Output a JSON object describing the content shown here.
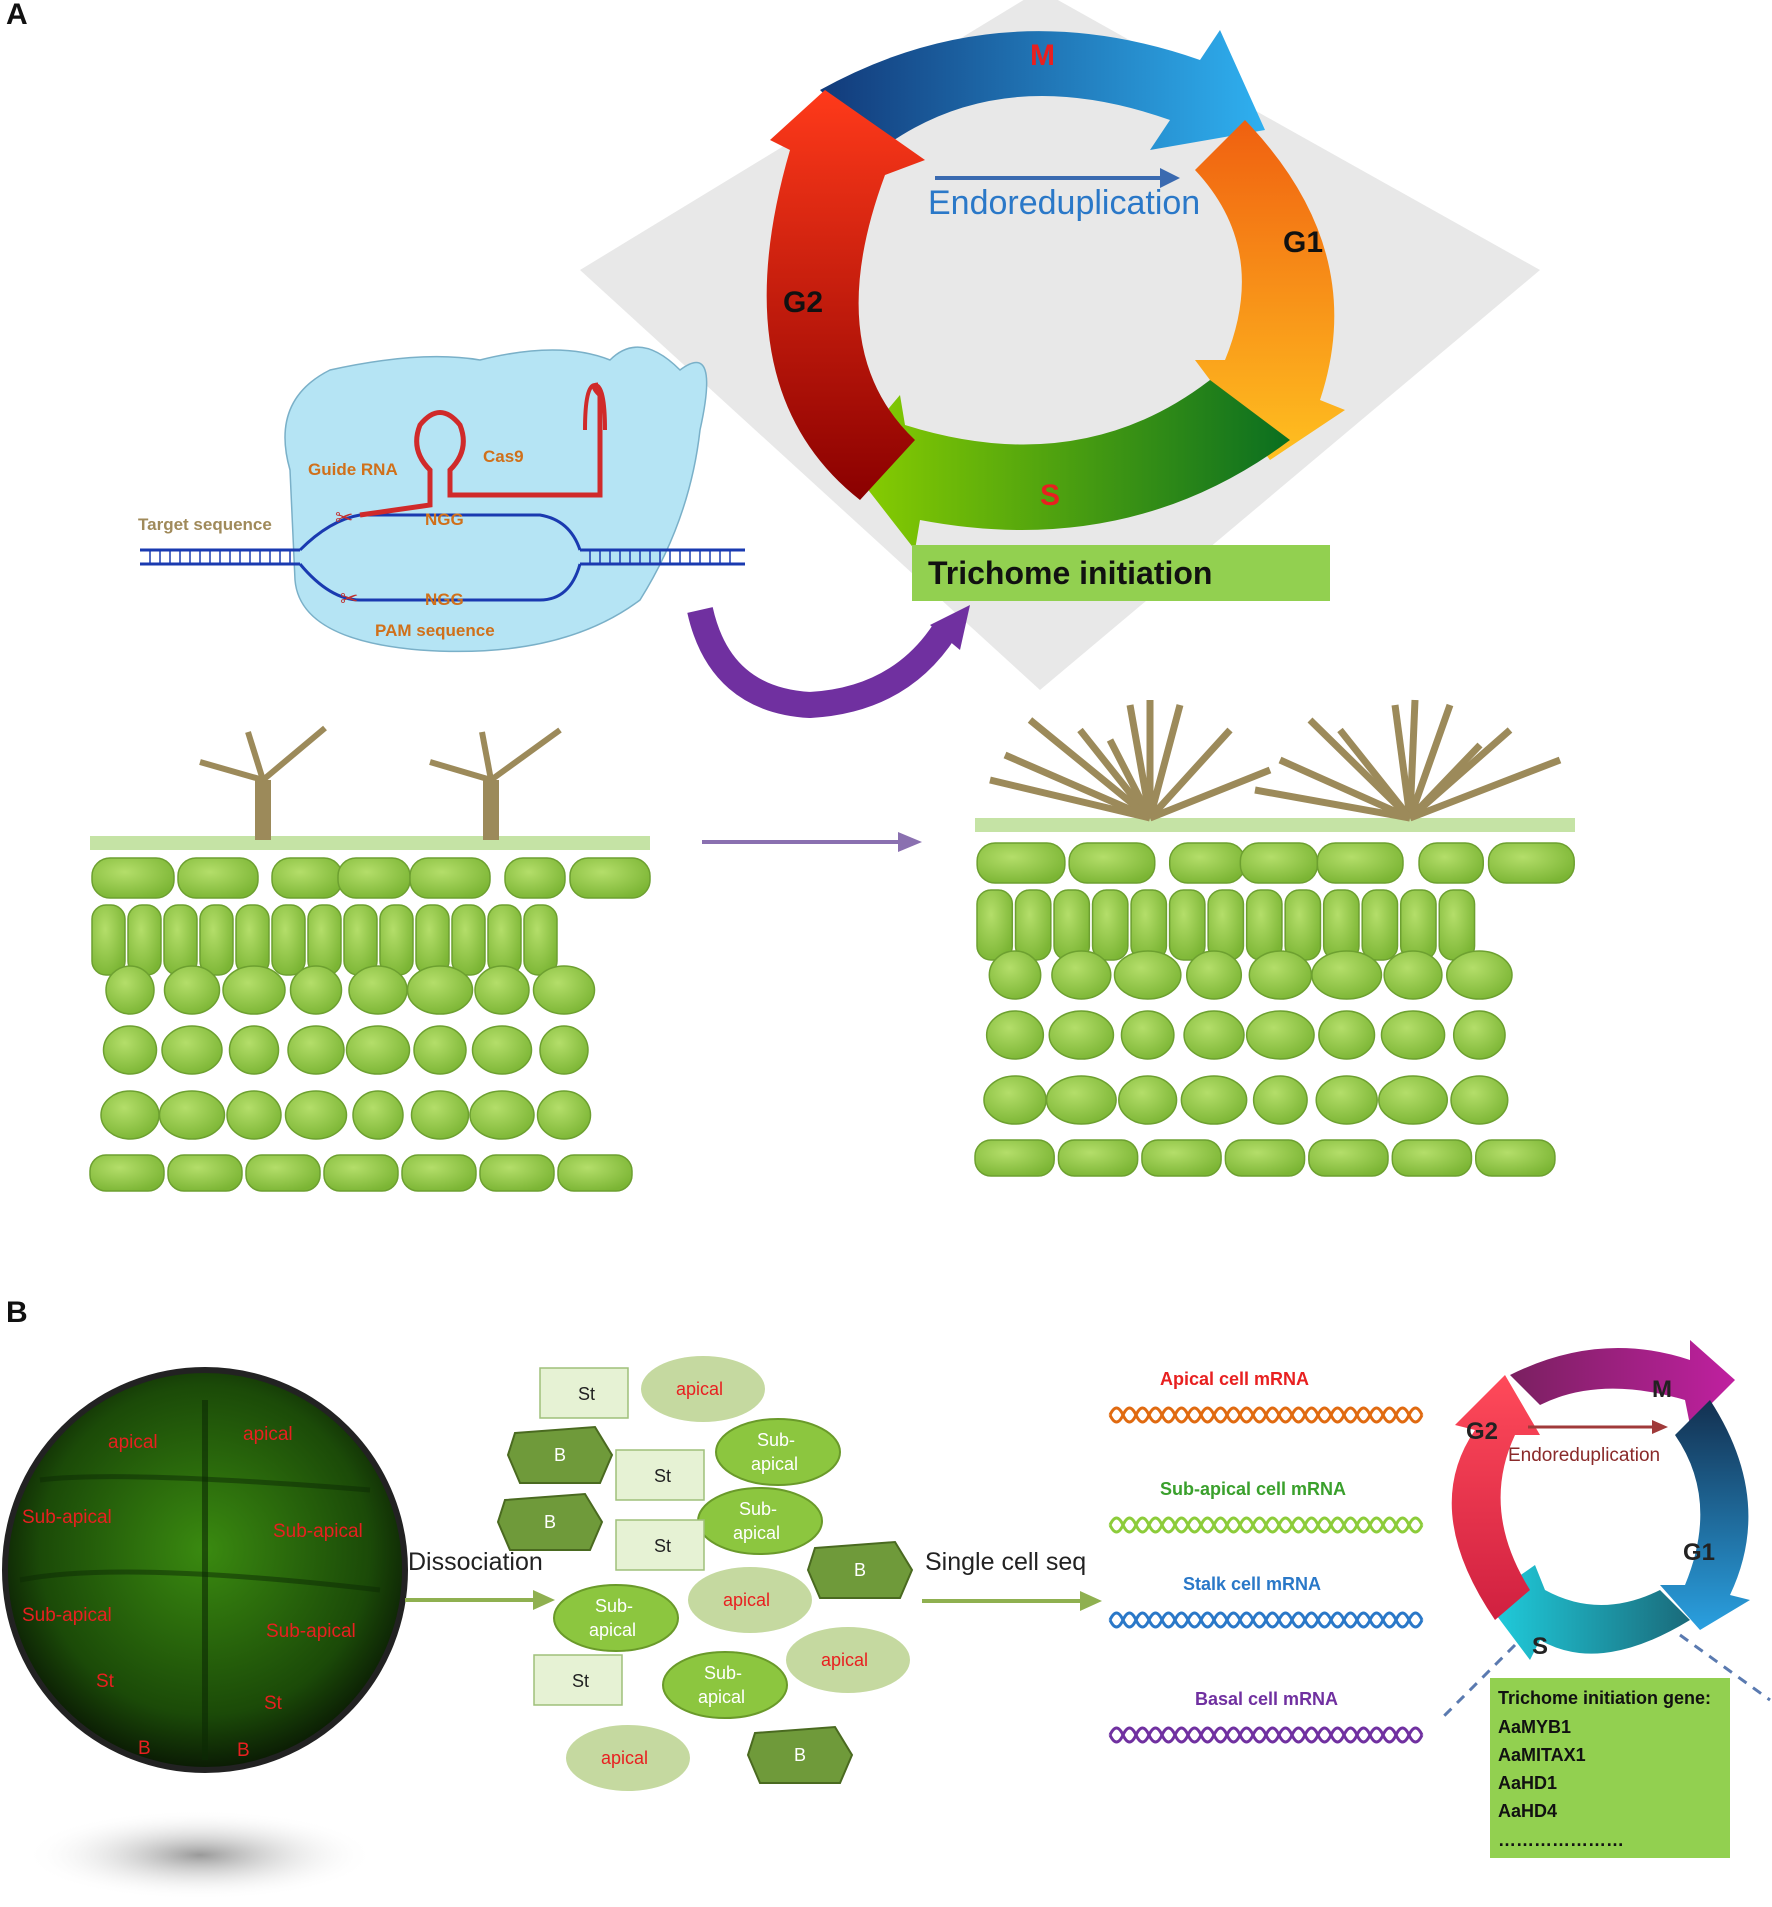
{
  "panels": {
    "a": "A",
    "b": "B"
  },
  "cycle_a": {
    "phases": [
      "M",
      "G1",
      "S",
      "G2"
    ],
    "center_label": "Endoreduplication",
    "banner": "Trichome initiation"
  },
  "crispr": {
    "guide_rna": "Guide RNA",
    "cas9": "Cas9",
    "target": "Target sequence",
    "ngg": "NGG",
    "pam": "PAM sequence"
  },
  "fluorescence_labels": [
    {
      "text": "apical"
    },
    {
      "text": "apical"
    },
    {
      "text": "Sub-apical"
    },
    {
      "text": "Sub-apical"
    },
    {
      "text": "Sub-apical"
    },
    {
      "text": "Sub-apical"
    },
    {
      "text": "St"
    },
    {
      "text": "St"
    },
    {
      "text": "B"
    },
    {
      "text": "B"
    }
  ],
  "steps": {
    "dissociation": "Dissociation",
    "single_cell": "Single cell seq"
  },
  "cells": {
    "st": "St",
    "apical": "apical",
    "sub": "Sub-",
    "apical_word": "apical",
    "b": "B"
  },
  "mrna": [
    {
      "label": "Apical cell  mRNA",
      "color": "#e82020",
      "strand": "#e06a10"
    },
    {
      "label": "Sub-apical cell  mRNA",
      "color": "#3aa02c",
      "strand": "#8ccc3a"
    },
    {
      "label": "Stalk cell  mRNA",
      "color": "#2a78c8",
      "strand": "#2a78c8"
    },
    {
      "label": "Basal cell  mRNA",
      "color": "#7030a0",
      "strand": "#7030a0"
    }
  ],
  "cycle_b": {
    "phases": [
      "M",
      "G1",
      "S",
      "G2"
    ],
    "center_label": "Endoreduplication"
  },
  "gene_box": {
    "title": "Trichome initiation gene:",
    "genes": [
      "AaMYB1",
      "AaMITAX1",
      "AaHD1",
      "AaHD4",
      "…………………"
    ]
  },
  "colors": {
    "cell_green": "#8cc63f",
    "dark_green": "#6f9a3a",
    "light_green": "#c5d9a0",
    "purple_arrow": "#7030a0",
    "banner_green": "#92d050"
  }
}
